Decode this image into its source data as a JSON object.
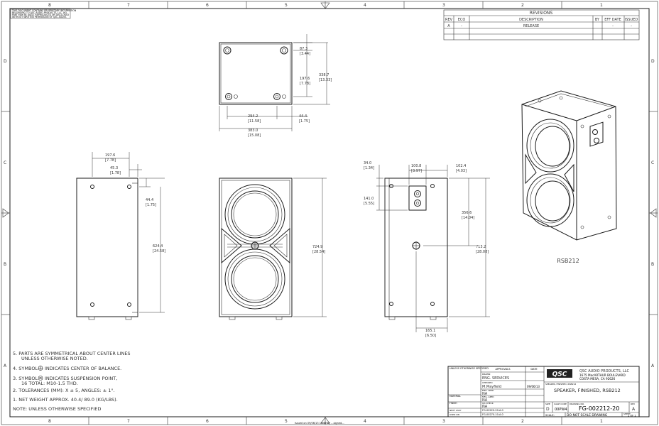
{
  "border": {
    "top_zones": [
      "8",
      "7",
      "6",
      "5",
      "4",
      "3",
      "2",
      "1"
    ],
    "bottom_zones": [
      "8",
      "7",
      "6",
      "5",
      "4",
      "3",
      "2",
      "1"
    ],
    "side_zones": [
      "D",
      "C",
      "B",
      "A"
    ]
  },
  "proprietary_notice": [
    "THIS DOCUMENT CONTAINS PROPRIETARY INFORMATION",
    "BELONGING TO QSC AUDIO PRODUCTS, LLC. NO",
    "PART MAY BE USED, REPRODUCED OR DISCLOSED",
    "WITHOUT WRITTEN PERMISSION OF QSC AUDIO."
  ],
  "revisions": {
    "title": "REVISIONS",
    "headers": [
      "REV",
      "ECO",
      "DESCRIPTION",
      "BY",
      "EFF DATE",
      "ISSUED"
    ],
    "rows": [
      [
        "A",
        "-",
        "RELEASE",
        "",
        "-",
        "-"
      ]
    ]
  },
  "dims": {
    "top_87": "87.3",
    "top_87_in": "[3.44]",
    "top_197": "197.6",
    "top_197_in": "[7.78]",
    "top_338": "338.7",
    "top_338_in": "[13.33]",
    "top_294": "294.2",
    "top_294_in": "[11.58]",
    "top_44": "44.4",
    "top_44_in": "[1.75]",
    "top_383": "383.0",
    "top_383_in": "[15.08]",
    "side_197": "197.6",
    "side_197_in": "[7.78]",
    "side_45": "45.3",
    "side_45_in": "[1.78]",
    "side_44": "44.4",
    "side_44_in": "[1.75]",
    "side_624": "624.4",
    "side_624_in": "[24.58]",
    "front_724": "724.9",
    "front_724_in": "[28.54]",
    "rear_34": "34.0",
    "rear_34_in": "[1.34]",
    "rear_100": "100.8",
    "rear_100_in": "[3.97]",
    "rear_102": "102.4",
    "rear_102_in": "[4.03]",
    "rear_141": "141.0",
    "rear_141_in": "[5.55]",
    "rear_356": "356.6",
    "rear_356_in": "[14.04]",
    "rear_713": "713.2",
    "rear_713_in": "[28.08]",
    "rear_165": "165.1",
    "rear_165_in": "[6.50]"
  },
  "iso_label": "RSB212",
  "notes": [
    "5. PARTS ARE SYMMETRICAL ABOUT CENTER LINES",
    "UNLESS OTHERWISE NOTED.",
    "4. SYMBOL",
    "INDICATES CENTER OF BALANCE.",
    "3. SYMBOL",
    "INDICATES SUSPENSION POINT,",
    "16 TOTAL: M10-1.5 THD.",
    "2. TOLERANCES (MM): X ± 5, ANGLES: ± 1°.",
    "1. NET WEIGHT APPROX. 40.4/ 89.0 (KG/LBS).",
    "NOTE: UNLESS OTHERWISE SPECIFIED"
  ],
  "title_block": {
    "unless_note": "UNLESS OTHERWISE SPECIFIED",
    "approvals": "APPROVALS",
    "date": "DATE",
    "drawn_label": "DRAWN",
    "drawn_value": "ENG. SERVICES",
    "checked_label": "CHECKED",
    "checked_value": "M.Mayfield",
    "checked_date": "09/06/13",
    "eng_label": "ENG. APPD",
    "eng_value": "NA",
    "mfg_label": "MFG. APPD",
    "mfg_value": "NA",
    "qa_label": "QA CHECK",
    "qa_value": "NA",
    "material_label": "MATERIAL",
    "finish_label": "FINISH",
    "next_assy_label": "NEXT ASSY",
    "next_assy_value": "FG-00220-20-A.0",
    "used_on_label": "USED ON",
    "used_on_value": "FG-00270-10-A.0",
    "logo": "QSC",
    "company_name": "QSC AUDIO PRODUCTS, LLC",
    "company_address1": "1675 MacARTHUR BOULEVARD",
    "company_address2": "COSTA MESA, CA  92626",
    "title": "SPEAKER, FINISHED, RSB212",
    "size_label": "SIZE",
    "size_value": "D",
    "cage_label": "CAGE CODE",
    "cage_value": "00PW4",
    "dwg_label": "DRAWING NO.",
    "dwg_value": "FG-002212-20",
    "rev_label": "REV",
    "rev_value": "A",
    "scale_label": "SCALE:",
    "dont_scale": "DO NOT SCALE DRAWING",
    "sheet_label": "SHEET",
    "sheet_value": "1 OF 1"
  },
  "footer_note": "Issued on 09/06/13 13:57 by ...signed..."
}
